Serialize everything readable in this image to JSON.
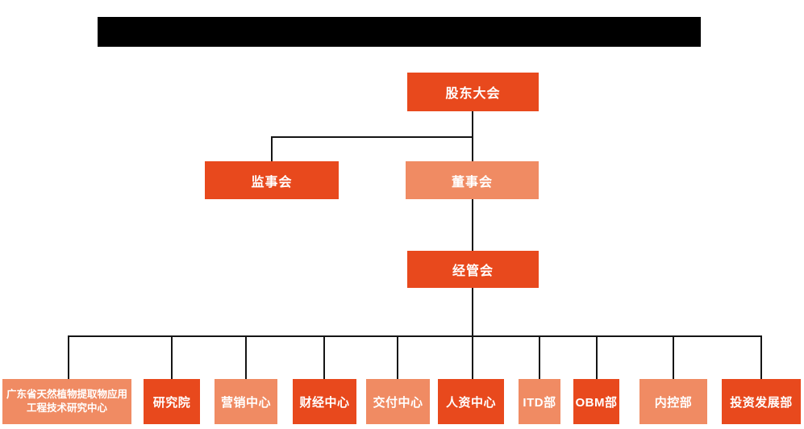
{
  "colors": {
    "dark": "#E8491D",
    "light": "#F08B63",
    "line": "#151515",
    "redaction": "#000000"
  },
  "org_chart": {
    "level1": {
      "label": "股东大会",
      "variant": "dark"
    },
    "level2": [
      {
        "label": "监事会",
        "variant": "dark"
      },
      {
        "label": "董事会",
        "variant": "light"
      }
    ],
    "level3": {
      "label": "经管会",
      "variant": "dark"
    },
    "level4": [
      {
        "label": "广东省天然植物提取物应用工程技术研究中心",
        "variant": "light"
      },
      {
        "label": "研究院",
        "variant": "dark"
      },
      {
        "label": "营销中心",
        "variant": "light"
      },
      {
        "label": "财经中心",
        "variant": "dark"
      },
      {
        "label": "交付中心",
        "variant": "light"
      },
      {
        "label": "人资中心",
        "variant": "dark"
      },
      {
        "label": "ITD部",
        "variant": "light"
      },
      {
        "label": "OBM部",
        "variant": "dark"
      },
      {
        "label": "内控部",
        "variant": "light"
      },
      {
        "label": "投资发展部",
        "variant": "dark"
      }
    ]
  }
}
